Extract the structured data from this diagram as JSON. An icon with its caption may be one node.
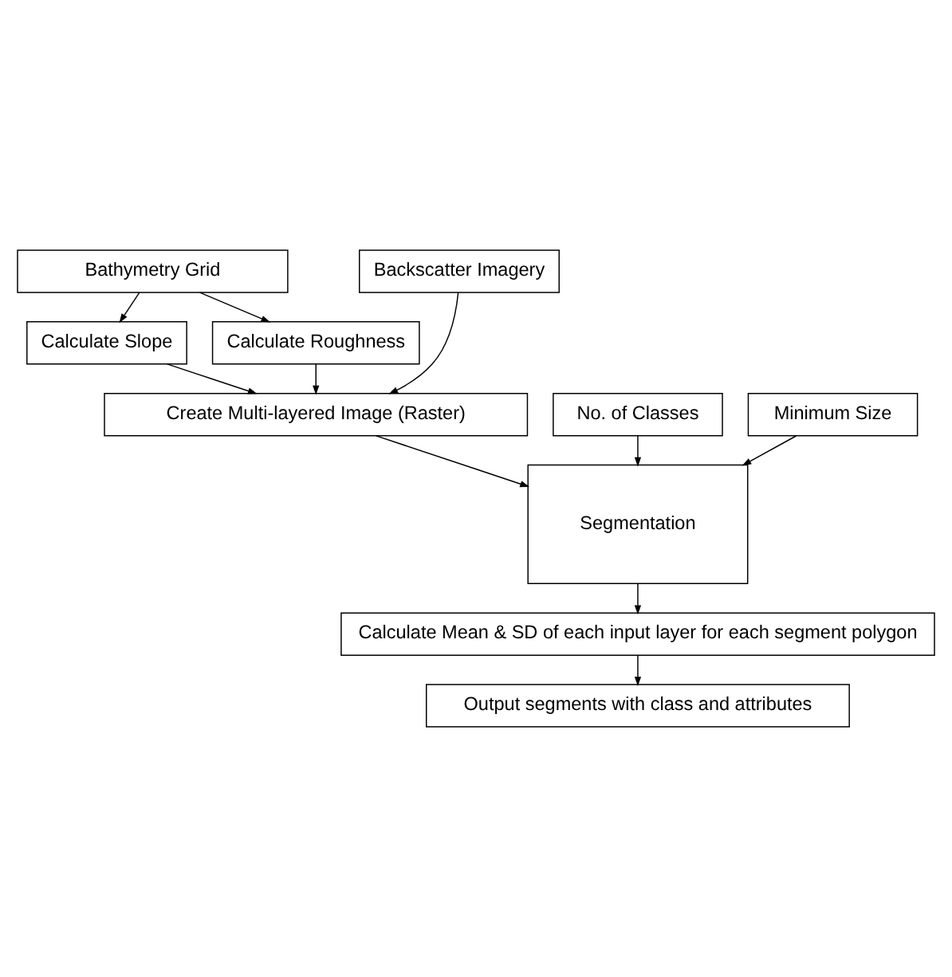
{
  "diagram": {
    "nodes": [
      {
        "text": [
          "Bathymetry Grid"
        ]
      },
      {
        "text": [
          "Backscatter Imagery"
        ]
      },
      {
        "text": [
          "Calculate Slope"
        ]
      },
      {
        "text": [
          "Calculate Roughness"
        ]
      },
      {
        "text": [
          "Create Multi-layered Image (Raster)"
        ]
      },
      {
        "text": [
          "No. of Classes"
        ]
      },
      {
        "text": [
          "Segmentation"
        ]
      },
      {
        "text": [
          "Minimum Size"
        ]
      },
      {
        "text": [
          "Calculate Mean & SD of each input layer for each segment polygon"
        ]
      },
      {
        "text": [
          "Output segments with class and attributes"
        ]
      }
    ],
    "edges": [
      {
        "from": 0,
        "to": 2,
        "arrow": "to"
      },
      {
        "from": 0,
        "to": 3,
        "arrow": "to"
      },
      {
        "from": 2,
        "to": 4,
        "arrow": "to"
      },
      {
        "from": 3,
        "to": 4,
        "arrow": "to"
      },
      {
        "from": 1,
        "to": 4,
        "arrow": "to"
      },
      {
        "from": 4,
        "to": 6,
        "arrow": "to"
      },
      {
        "from": 5,
        "to": 6,
        "arrow": "to"
      },
      {
        "from": 7,
        "to": 6,
        "arrow": "to"
      },
      {
        "from": 6,
        "to": 8,
        "arrow": "to"
      },
      {
        "from": 8,
        "to": 9,
        "arrow": "to"
      }
    ]
  }
}
